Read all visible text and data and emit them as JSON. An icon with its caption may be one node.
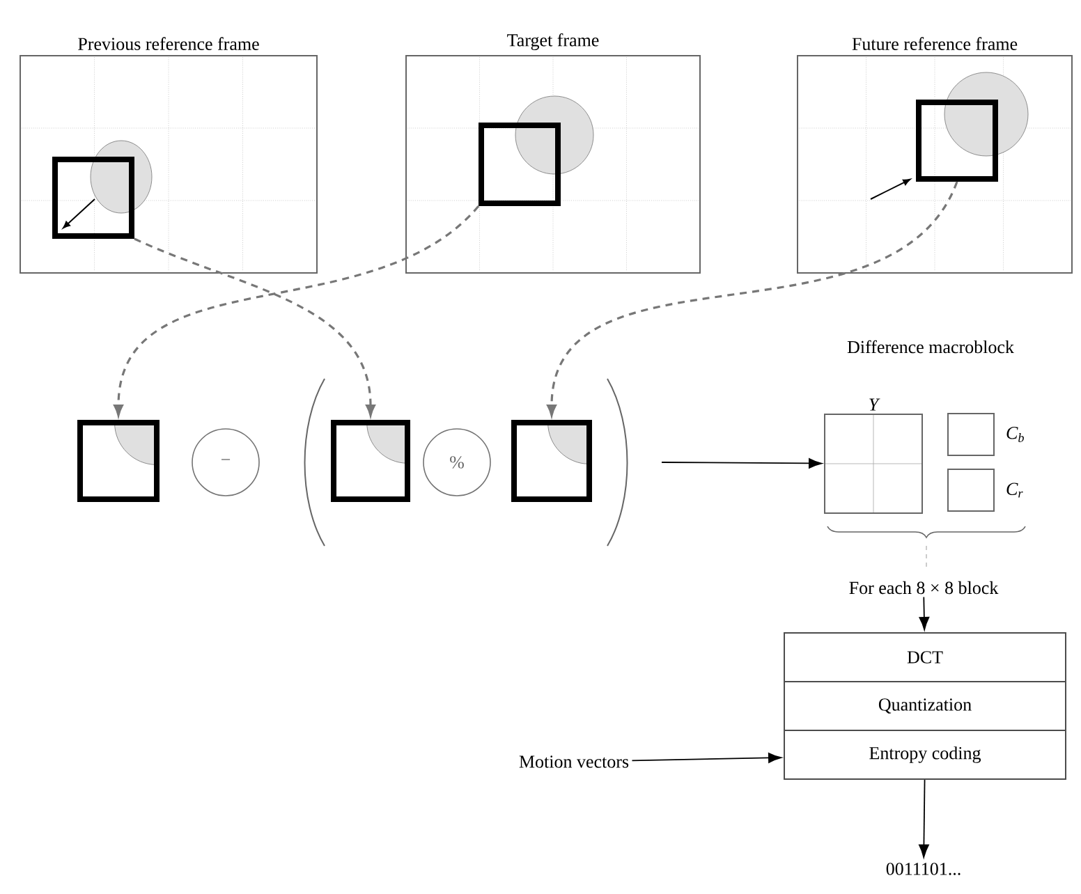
{
  "diagram": {
    "nodes": [
      {
        "text": [
          "Previous reference frame"
        ]
      },
      {
        "text": [],
        "shape": "box",
        "in": 0
      },
      {
        "text": [
          "Target frame"
        ]
      },
      {
        "text": [],
        "shape": "box",
        "in": 2
      },
      {
        "text": [
          "Future reference frame"
        ]
      },
      {
        "text": [],
        "shape": "box",
        "in": 4
      },
      {
        "text": [],
        "shape": "box"
      },
      {
        "text": [
          "−"
        ]
      },
      {
        "text": [],
        "shape": "box"
      },
      {
        "text": [
          "%"
        ]
      },
      {
        "text": [],
        "shape": "box"
      },
      {
        "text": [
          "Y"
        ]
      },
      {
        "text": [],
        "shape": "box",
        "beside": [
          "C$_{b}$"
        ]
      },
      {
        "text": [],
        "shape": "box",
        "beside": [
          "C$_{r}$"
        ]
      },
      {
        "text": [
          "For each 8 × 8 block"
        ]
      },
      {
        "text": [
          "DCT"
        ]
      },
      {
        "text": [
          "Quantization"
        ]
      },
      {
        "text": [
          "Entropy coding"
        ]
      },
      {
        "text": [
          "Motion vectors"
        ]
      },
      {
        "text": [
          "0011101..."
        ]
      }
    ],
    "edges": [
      {
        "from": 1,
        "to": 8,
        "arrow": "to",
        "style": "dashed",
        "color": "#777777"
      },
      {
        "from": 3,
        "to": 6,
        "arrow": "to",
        "style": "dashed",
        "color": "#777777"
      },
      {
        "from": 5,
        "to": 10,
        "arrow": "to",
        "style": "dashed",
        "color": "#777777"
      },
      {
        "from": null,
        "to": 11,
        "arrow": "to"
      },
      {
        "from": 14,
        "to": 15,
        "arrow": "to"
      },
      {
        "from": 18,
        "to": 17,
        "arrow": "to"
      },
      {
        "from": 17,
        "to": 19,
        "arrow": "to"
      }
    ],
    "labels": [
      "Difference macroblock"
    ]
  }
}
